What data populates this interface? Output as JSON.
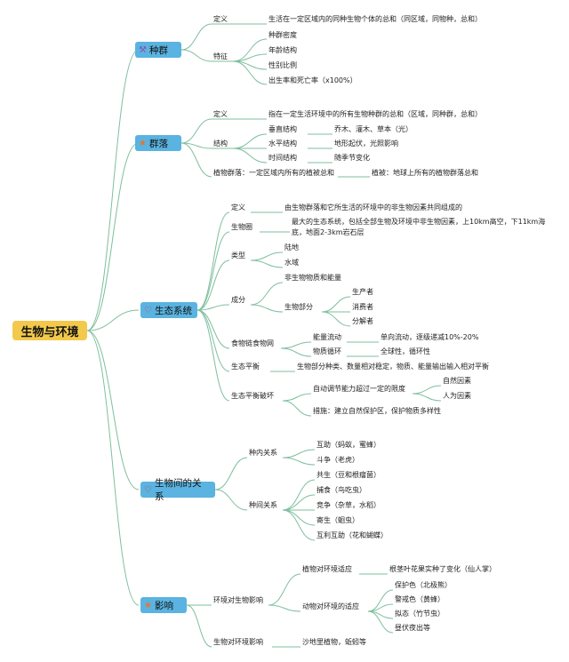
{
  "root": "生物与环境",
  "icons": {
    "population": "tools-icon",
    "community": "star-icon",
    "ecosystem": "heart-icon",
    "relations": "heart-icon",
    "influence": "star-icon"
  },
  "colors": {
    "root_bg": "#f2c94c",
    "branch_bg": "#5ab3e0",
    "line": "#7fbf9e"
  },
  "population": {
    "title": "种群",
    "definition_label": "定义",
    "definition_text": "生活在一定区域内的同种生物个体的总和（同区域，同物种，总和）",
    "features_label": "特征",
    "features": [
      "种群密度",
      "年龄结构",
      "性别比例",
      "出生率和死亡率（x100%）"
    ]
  },
  "community": {
    "title": "群落",
    "definition_label": "定义",
    "definition_text": "指在一定生活环境中的所有生物种群的总和（区域，同种群，总和）",
    "structure_label": "结构",
    "structure": [
      {
        "name": "垂直结构",
        "detail": "乔木、灌木、草本（光）"
      },
      {
        "name": "水平结构",
        "detail": "地形起伏，光照影响"
      },
      {
        "name": "时间结构",
        "detail": "随季节变化"
      }
    ],
    "plant_label": "植物群落：一定区域内所有的植被总和",
    "plant_detail": "植被：地球上所有的植物群落总和"
  },
  "ecosystem": {
    "title": "生态系统",
    "definition_label": "定义",
    "definition_text": "由生物群落和它所生活的环境中的非生物因素共同组成的",
    "biosphere_label": "生物圈",
    "biosphere_text_1": "最大的生态系统，包括全部生物及环境中非生物因素，上10km高空，下11km海",
    "biosphere_text_2": "底，地面2-3km岩石层",
    "types_label": "类型",
    "types": [
      "陆地",
      "水域"
    ],
    "components_label": "成分",
    "nonliving": "非生物物质和能量",
    "living_label": "生物部分",
    "living": [
      "生产者",
      "消费者",
      "分解者"
    ],
    "foodchain_label": "食物链食物网",
    "foodchain": [
      {
        "name": "能量流动",
        "detail": "单向流动，逐级递减10%-20%"
      },
      {
        "name": "物质循环",
        "detail": "全球性，循环性"
      }
    ],
    "balance_label": "生态平衡",
    "balance_text": "生物部分种类、数量相对稳定，物质、能量输出输入相对平衡",
    "damage_label": "生态平衡破坏",
    "damage_text": "自动调节能力超过一定的限度",
    "damage_causes": [
      "自然因素",
      "人为因素"
    ],
    "measures": "措施：建立自然保护区，保护物质多样性"
  },
  "relations": {
    "title": "生物间的关系",
    "intra_label": "种内关系",
    "intra": [
      "互助（蚂蚁，蜜蜂）",
      "斗争（老虎）"
    ],
    "inter_label": "种间关系",
    "inter": [
      "共生（豆和根瘤菌）",
      "捕食（鸟吃虫）",
      "竞争（杂草，水稻）",
      "寄生（蛔虫）",
      "互利互助（花和蝴蝶）"
    ]
  },
  "influence": {
    "title": "影响",
    "env_on_bio_label": "环境对生物影响",
    "plant_adapt_label": "植物对环境适应",
    "plant_adapt_text": "根茎叶花果实种了变化（仙人掌）",
    "animal_adapt_label": "动物对环境的适应",
    "animal_adapt": [
      "保护色（北极熊）",
      "警戒色（黄蜂）",
      "拟态（竹节虫）",
      "昼伏夜出等"
    ],
    "bio_on_env_label": "生物对环境影响",
    "bio_on_env_text": "沙地里植物，蚯蚓等"
  }
}
